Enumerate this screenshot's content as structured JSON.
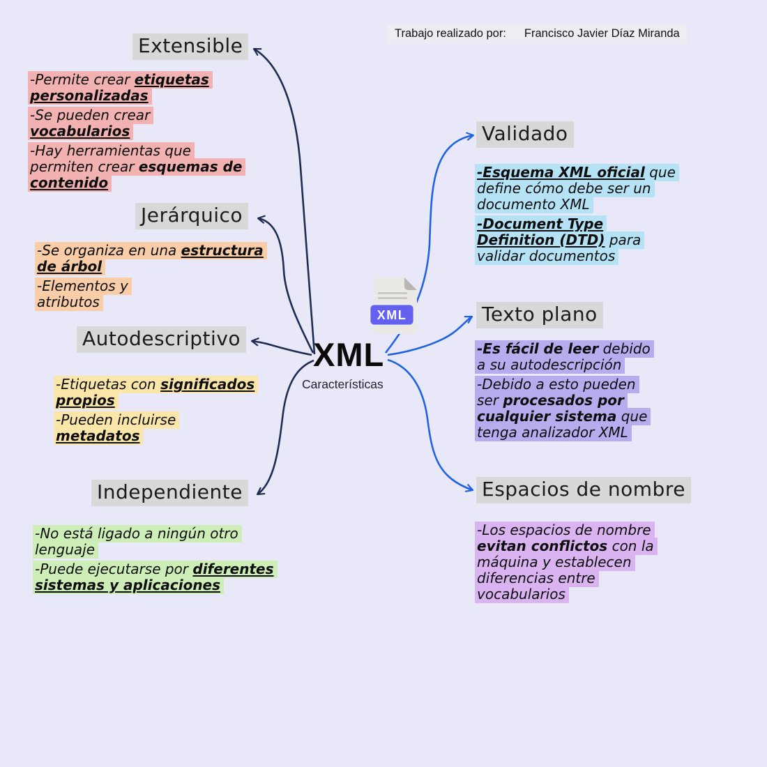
{
  "center": {
    "title": "XML",
    "subtitle": "Características"
  },
  "credit": {
    "label": "Trabajo realizado por:",
    "author": "Francisco Javier Díaz Miranda"
  },
  "icon": {
    "name": "xml-file-icon",
    "badge_text": "XML",
    "badge_color": "#6461f1"
  },
  "colors": {
    "background": "#e9e8f8",
    "heading_bg": "#d8d8d8",
    "credit_bg": "#ededf2",
    "left_line": "#1e2c52",
    "right_line": "#2062e4"
  },
  "branches": [
    {
      "id": "extensible",
      "label": "Extensible",
      "side": "left",
      "highlight": "#f2b2b1",
      "notes": [
        [
          [
            {
              "t": "-Permite crear ",
              "s": ""
            },
            {
              "t": "etiquetas",
              "s": "bu"
            }
          ],
          [
            {
              "t": "personalizadas",
              "s": "bu"
            }
          ]
        ],
        [
          [
            {
              "t": "-Se pueden crear",
              "s": ""
            }
          ],
          [
            {
              "t": "vocabularios",
              "s": "bu"
            }
          ]
        ],
        [
          [
            {
              "t": "-Hay herramientas que",
              "s": ""
            }
          ],
          [
            {
              "t": "permiten crear ",
              "s": ""
            },
            {
              "t": "esquemas de",
              "s": "b"
            }
          ],
          [
            {
              "t": "contenido",
              "s": "bu"
            }
          ]
        ]
      ]
    },
    {
      "id": "jerarquico",
      "label": "Jerárquico",
      "side": "left",
      "highlight": "#f8cda7",
      "notes": [
        [
          [
            {
              "t": "-Se organiza en una ",
              "s": ""
            },
            {
              "t": "estructura",
              "s": "bu"
            }
          ],
          [
            {
              "t": "de árbol",
              "s": "bu"
            }
          ]
        ],
        [
          [
            {
              "t": "-Elementos y",
              "s": ""
            }
          ],
          [
            {
              "t": "atributos",
              "s": ""
            }
          ]
        ]
      ]
    },
    {
      "id": "autodescriptivo",
      "label": "Autodescriptivo",
      "side": "left",
      "highlight": "#fbe6aa",
      "notes": [
        [
          [
            {
              "t": "-Etiquetas con ",
              "s": ""
            },
            {
              "t": "significados",
              "s": "bu"
            }
          ],
          [
            {
              "t": "propios",
              "s": "bu"
            }
          ]
        ],
        [
          [
            {
              "t": "-Pueden incluirse",
              "s": ""
            }
          ],
          [
            {
              "t": "metadatos",
              "s": "bu"
            }
          ]
        ]
      ]
    },
    {
      "id": "independiente",
      "label": "Independiente",
      "side": "left",
      "highlight": "#ceeeb8",
      "notes": [
        [
          [
            {
              "t": "-No está ligado a ningún otro",
              "s": ""
            }
          ],
          [
            {
              "t": "lenguaje",
              "s": ""
            }
          ]
        ],
        [
          [
            {
              "t": "-Puede ejecutarse por ",
              "s": ""
            },
            {
              "t": "diferentes",
              "s": "bu"
            }
          ],
          [
            {
              "t": "sistemas y aplicaciones",
              "s": "bu"
            }
          ]
        ]
      ]
    },
    {
      "id": "validado",
      "label": "Validado",
      "side": "right",
      "highlight": "#b6e2f6",
      "notes": [
        [
          [
            {
              "t": "-Esquema XML oficial",
              "s": "bu"
            },
            {
              "t": " que",
              "s": ""
            }
          ],
          [
            {
              "t": "define cómo debe ser un",
              "s": ""
            }
          ],
          [
            {
              "t": "documento XML",
              "s": ""
            }
          ]
        ],
        [
          [
            {
              "t": "-Document Type",
              "s": "bu"
            }
          ],
          [
            {
              "t": "Definition (DTD)",
              "s": "bu"
            },
            {
              "t": " para",
              "s": ""
            }
          ],
          [
            {
              "t": "validar documentos",
              "s": ""
            }
          ]
        ]
      ]
    },
    {
      "id": "texto-plano",
      "label": "Texto plano",
      "side": "right",
      "highlight": "#b5adee",
      "notes": [
        [
          [
            {
              "t": "-Es fácil de leer",
              "s": "b"
            },
            {
              "t": " debido",
              "s": ""
            }
          ],
          [
            {
              "t": "a su autodescripción",
              "s": ""
            }
          ]
        ],
        [
          [
            {
              "t": "-Debido a esto pueden",
              "s": ""
            }
          ],
          [
            {
              "t": "ser ",
              "s": ""
            },
            {
              "t": "procesados por",
              "s": "b"
            }
          ],
          [
            {
              "t": "cualquier sistema",
              "s": "b"
            },
            {
              "t": " que",
              "s": ""
            }
          ],
          [
            {
              "t": "tenga analizador XML",
              "s": ""
            }
          ]
        ]
      ]
    },
    {
      "id": "espacios-de-nombre",
      "label": "Espacios de nombre",
      "side": "right",
      "highlight": "#d9b4f1",
      "notes": [
        [
          [
            {
              "t": "-Los espacios de nombre",
              "s": ""
            }
          ],
          [
            {
              "t": "evitan conflictos",
              "s": "b"
            },
            {
              "t": " con la",
              "s": ""
            }
          ],
          [
            {
              "t": "máquina y establecen",
              "s": ""
            }
          ],
          [
            {
              "t": "diferencias entre",
              "s": ""
            }
          ],
          [
            {
              "t": "vocabularios",
              "s": ""
            }
          ]
        ]
      ]
    }
  ]
}
